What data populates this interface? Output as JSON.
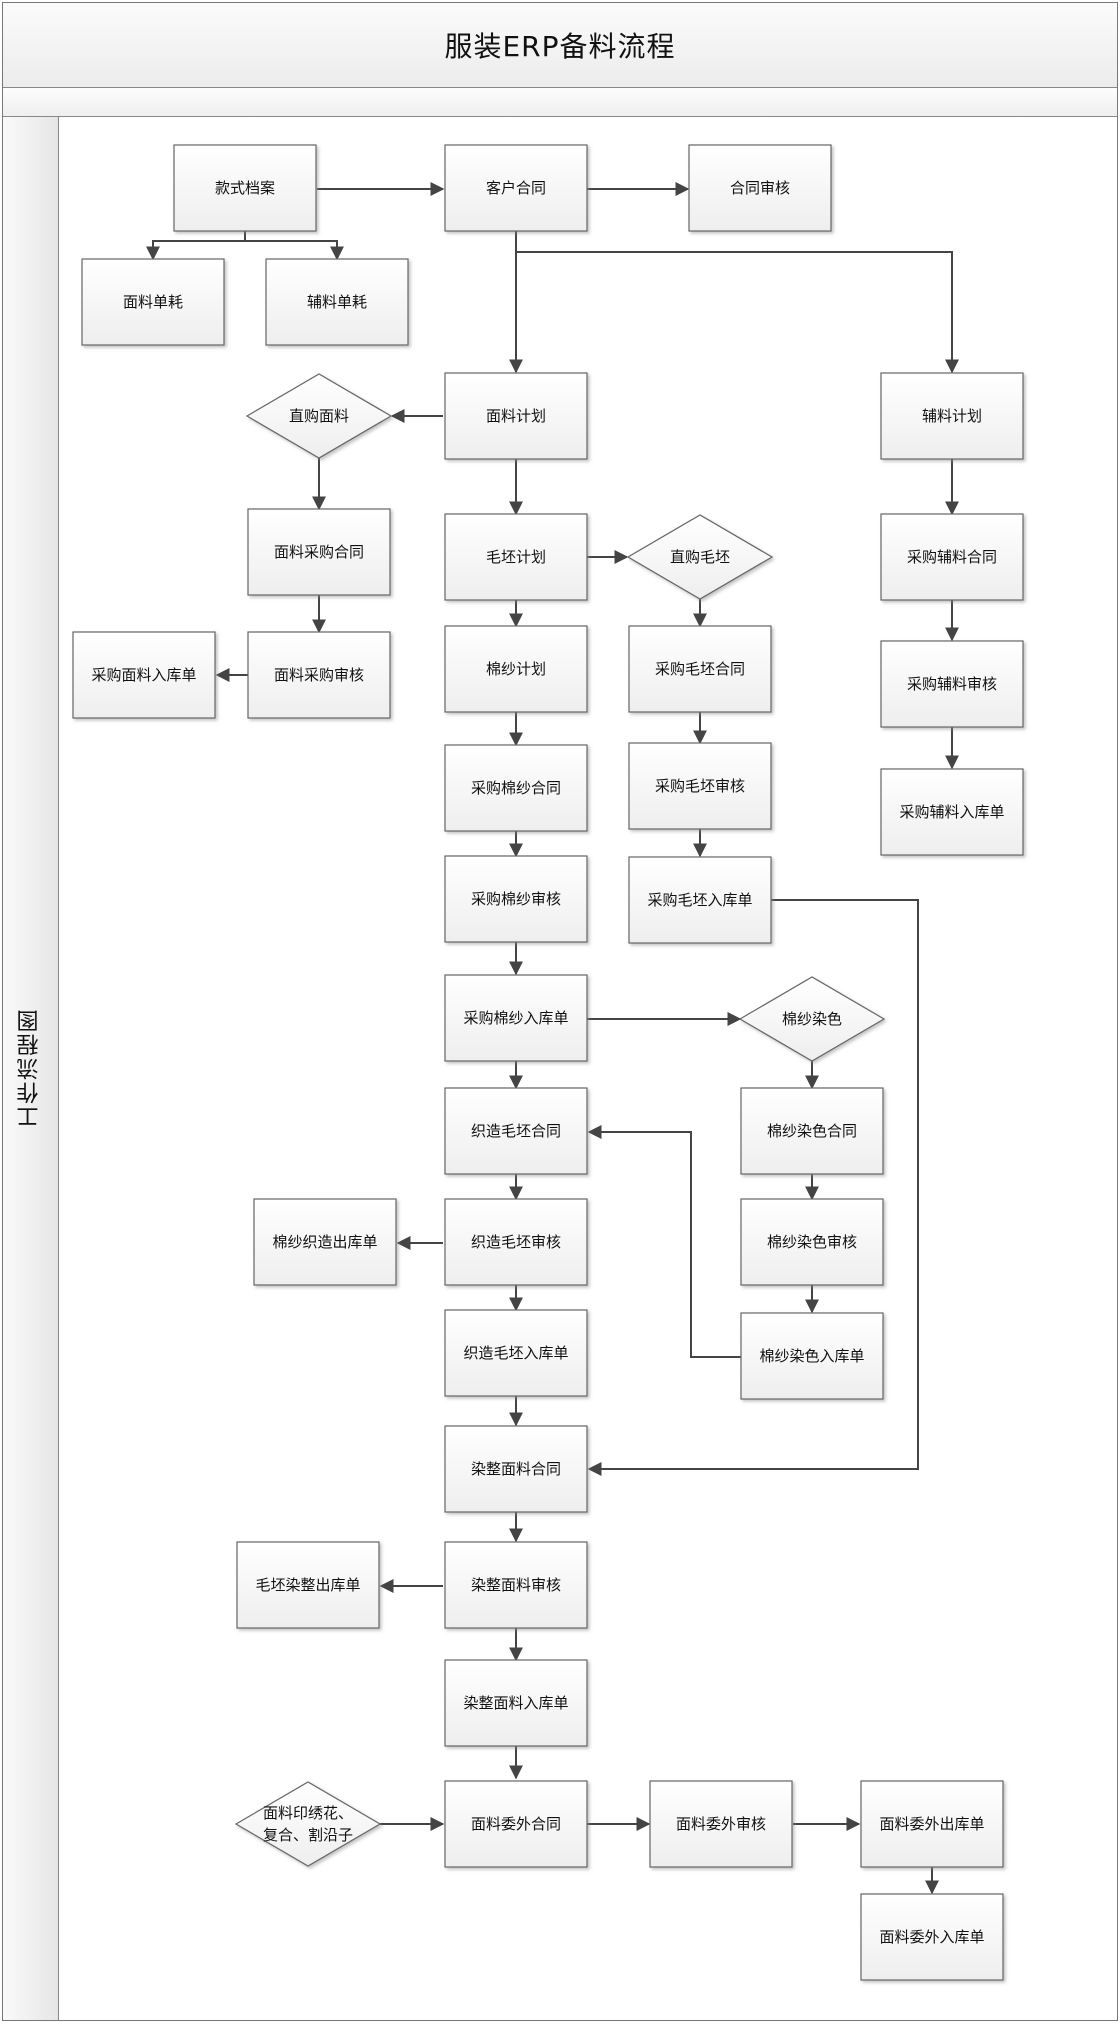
{
  "title": "服装ERP备料流程",
  "lane_label": "工作流程图",
  "nodes": {
    "n_style": "款式档案",
    "n_contract": "客户合同",
    "n_contract_audit": "合同审核",
    "n_fabric_unit": "面料单耗",
    "n_acc_unit": "辅料单耗",
    "n_fabric_plan": "面料计划",
    "n_acc_plan": "辅料计划",
    "n_direct_fabric": "直购面料",
    "n_fabric_pc": "面料采购合同",
    "n_fabric_pa": "面料采购审核",
    "n_fabric_in": "采购面料入库单",
    "n_gb_plan": "毛坯计划",
    "n_direct_gb": "直购毛坯",
    "n_yarn_plan": "棉纱计划",
    "n_gb_pc": "采购毛坯合同",
    "n_gb_pa": "采购毛坯审核",
    "n_gb_in": "采购毛坯入库单",
    "n_yarn_pc": "采购棉纱合同",
    "n_yarn_pa": "采购棉纱审核",
    "n_yarn_in": "采购棉纱入库单",
    "n_acc_pc": "采购辅料合同",
    "n_acc_pa": "采购辅料审核",
    "n_acc_in": "采购辅料入库单",
    "n_yarn_dye": "棉纱染色",
    "n_dye_c": "棉纱染色合同",
    "n_dye_a": "棉纱染色审核",
    "n_dye_in": "棉纱染色入库单",
    "n_weave_c": "织造毛坯合同",
    "n_weave_a": "织造毛坯审核",
    "n_weave_in": "织造毛坯入库单",
    "n_yarn_weave_out": "棉纱织造出库单",
    "n_finish_c": "染整面料合同",
    "n_finish_a": "染整面料审核",
    "n_finish_in": "染整面料入库单",
    "n_gb_finish_out": "毛坯染整出库单",
    "n_print_l1": "面料印绣花、",
    "n_print_l2": "复合、割沿子",
    "n_out_c": "面料委外合同",
    "n_out_a": "面料委外审核",
    "n_out_out": "面料委外出库单",
    "n_out_in": "面料委外入库单"
  }
}
